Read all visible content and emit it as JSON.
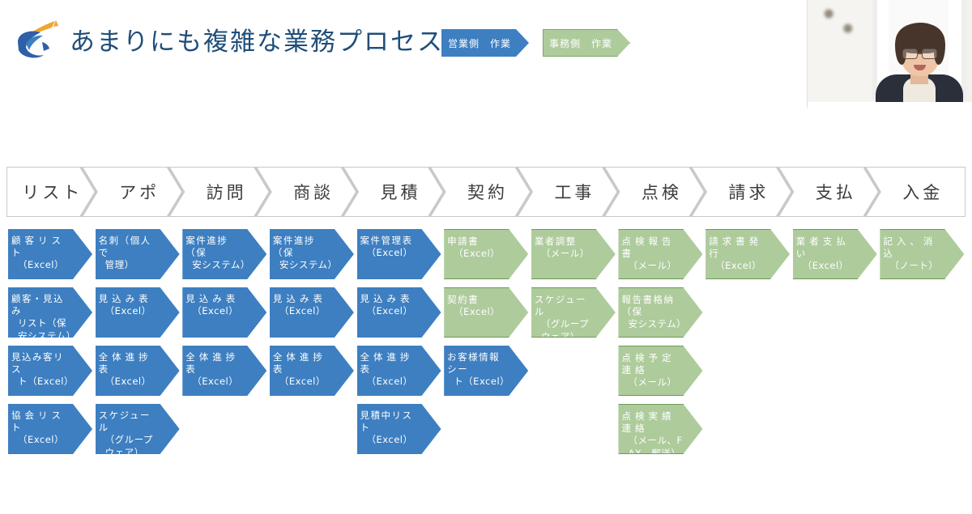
{
  "slide": {
    "title": "あまりにも複雑な業務プロセス",
    "logo_icon": "swoosh-logo-icon"
  },
  "legend": [
    {
      "label": "営業側　作業",
      "color": "#3d7fc1",
      "side": "sales"
    },
    {
      "label": "事務側　作業",
      "color": "#aecb9c",
      "side": "office"
    }
  ],
  "stages": [
    {
      "label": "リスト"
    },
    {
      "label": "アポ"
    },
    {
      "label": "訪問"
    },
    {
      "label": "商談"
    },
    {
      "label": "見積"
    },
    {
      "label": "契約"
    },
    {
      "label": "工事"
    },
    {
      "label": "点検"
    },
    {
      "label": "請求"
    },
    {
      "label": "支払"
    },
    {
      "label": "入金"
    }
  ],
  "columns": [
    {
      "stage": "リスト",
      "items": [
        {
          "l1": "顧客リスト",
          "l2": "（Excel）",
          "side": "sales",
          "spaced": true
        },
        {
          "l1": "顧客・見込み",
          "l2": "リスト（保安システム）",
          "side": "sales",
          "spaced": false
        },
        {
          "l1": "見込み客リス",
          "l2": "ト（Excel）",
          "side": "sales",
          "spaced": false
        },
        {
          "l1": "協会リスト",
          "l2": "（Excel）",
          "side": "sales",
          "spaced": true
        }
      ]
    },
    {
      "stage": "アポ",
      "items": [
        {
          "l1": "名刺（個人で",
          "l2": "管理）",
          "side": "sales",
          "spaced": false
        },
        {
          "l1": "見込み表",
          "l2": "（Excel）",
          "side": "sales",
          "spaced": true
        },
        {
          "l1": "全体進捗表",
          "l2": "（Excel）",
          "side": "sales",
          "spaced": true
        },
        {
          "l1": "スケジュール",
          "l2": "（グループウェア）",
          "side": "sales",
          "spaced": false
        }
      ]
    },
    {
      "stage": "訪問",
      "items": [
        {
          "l1": "案件進捗（保",
          "l2": "安システム）",
          "side": "sales",
          "spaced": false
        },
        {
          "l1": "見込み表",
          "l2": "（Excel）",
          "side": "sales",
          "spaced": true
        },
        {
          "l1": "全体進捗表",
          "l2": "（Excel）",
          "side": "sales",
          "spaced": true
        }
      ]
    },
    {
      "stage": "商談",
      "items": [
        {
          "l1": "案件進捗（保",
          "l2": "安システム）",
          "side": "sales",
          "spaced": false
        },
        {
          "l1": "見込み表",
          "l2": "（Excel）",
          "side": "sales",
          "spaced": true
        },
        {
          "l1": "全体進捗表",
          "l2": "（Excel）",
          "side": "sales",
          "spaced": true
        }
      ]
    },
    {
      "stage": "見積",
      "items": [
        {
          "l1": "案件管理表",
          "l2": "（Excel）",
          "side": "sales",
          "spaced": false
        },
        {
          "l1": "見込み表",
          "l2": "（Excel）",
          "side": "sales",
          "spaced": true
        },
        {
          "l1": "全体進捗表",
          "l2": "（Excel）",
          "side": "sales",
          "spaced": true
        },
        {
          "l1": "見積中リスト",
          "l2": "（Excel）",
          "side": "sales",
          "spaced": false
        }
      ]
    },
    {
      "stage": "契約",
      "items": [
        {
          "l1": "申請書",
          "l2": "（Excel）",
          "side": "office",
          "spaced": false
        },
        {
          "l1": "契約書",
          "l2": "（Excel）",
          "side": "office",
          "spaced": false
        },
        {
          "l1": "お客様情報シー",
          "l2": "ト（Excel）",
          "side": "sales",
          "spaced": false
        }
      ]
    },
    {
      "stage": "工事",
      "items": [
        {
          "l1": "業者調整",
          "l2": "（メール）",
          "side": "office",
          "spaced": false
        },
        {
          "l1": "スケジュール",
          "l2": "（グループウェア）",
          "side": "office",
          "spaced": false
        }
      ]
    },
    {
      "stage": "点検",
      "items": [
        {
          "l1": "点検報告書",
          "l2": "（メール）",
          "side": "office",
          "spaced": true
        },
        {
          "l1": "報告書格納（保",
          "l2": "安システム）",
          "side": "office",
          "spaced": false
        },
        {
          "l1": "点検予定連絡",
          "l2": "（メール）",
          "side": "office",
          "spaced": true
        },
        {
          "l1": "点検実績連絡",
          "l2": "（メール、FAX、郵送）",
          "side": "office",
          "spaced": true
        }
      ]
    },
    {
      "stage": "請求",
      "items": [
        {
          "l1": "請求書発行",
          "l2": "（Excel）",
          "side": "office",
          "spaced": true
        }
      ]
    },
    {
      "stage": "支払",
      "items": [
        {
          "l1": "業者支払い",
          "l2": "（Excel）",
          "side": "office",
          "spaced": true
        }
      ]
    },
    {
      "stage": "入金",
      "items": [
        {
          "l1": "記入、消込",
          "l2": "（ノート）",
          "side": "office",
          "spaced": true
        }
      ]
    }
  ],
  "webcam": {
    "present": true,
    "description": "presenter-video-tile"
  }
}
